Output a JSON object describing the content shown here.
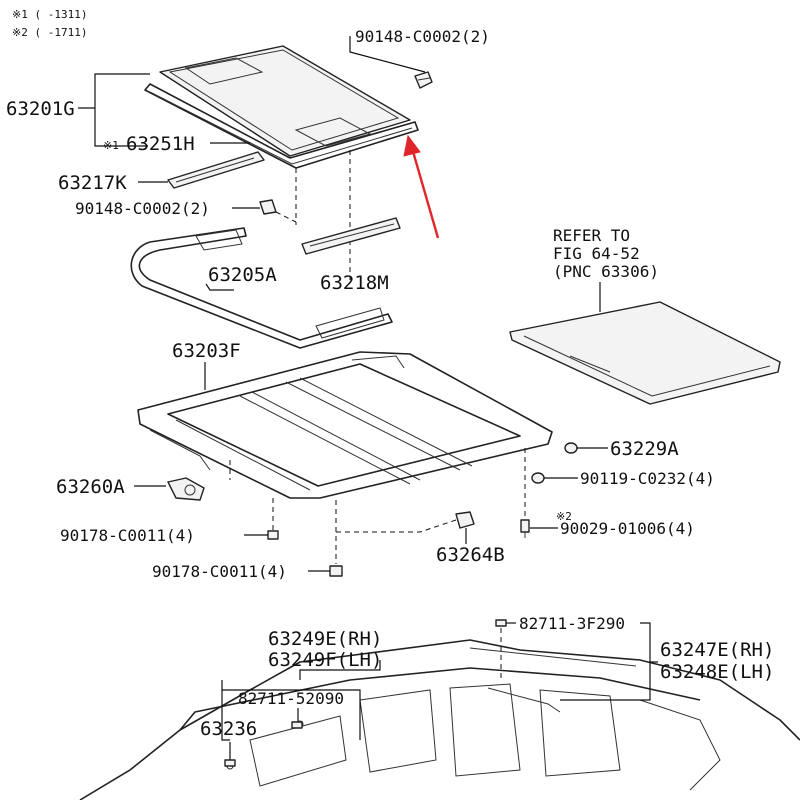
{
  "notes": {
    "n1": "※1 (       -1311)",
    "n2": "※2 (       -1711)",
    "n2_marker": "※2",
    "n1_marker": "※1"
  },
  "labels": {
    "p_90148_top": "90148-C0002(2)",
    "p_63201G": "63201G",
    "p_63251H": "63251H",
    "p_63217K": "63217K",
    "p_90148_mid": "90148-C0002(2)",
    "p_63205A": "63205A",
    "p_63218M": "63218M",
    "refer_line1": "REFER TO",
    "refer_line2": "FIG 64-52",
    "refer_line3": "(PNC 63306)",
    "p_63203F": "63203F",
    "p_63229A": "63229A",
    "p_90119": "90119-C0232(4)",
    "p_63260A": "63260A",
    "p_90029": "90029-01006(4)",
    "p_90178_a": "90178-C0011(4)",
    "p_63264B": "63264B",
    "p_90178_b": "90178-C0011(4)",
    "p_82711_3F": "82711-3F290",
    "p_63249E": "63249E(RH)",
    "p_63249F": "63249F(LH)",
    "p_63247E": "63247E(RH)",
    "p_63248E": "63248E(LH)",
    "p_82711_52": "82711-52090",
    "p_63236": "63236"
  },
  "colors": {
    "highlight_arrow": "#e0262b",
    "line": "#111111"
  }
}
